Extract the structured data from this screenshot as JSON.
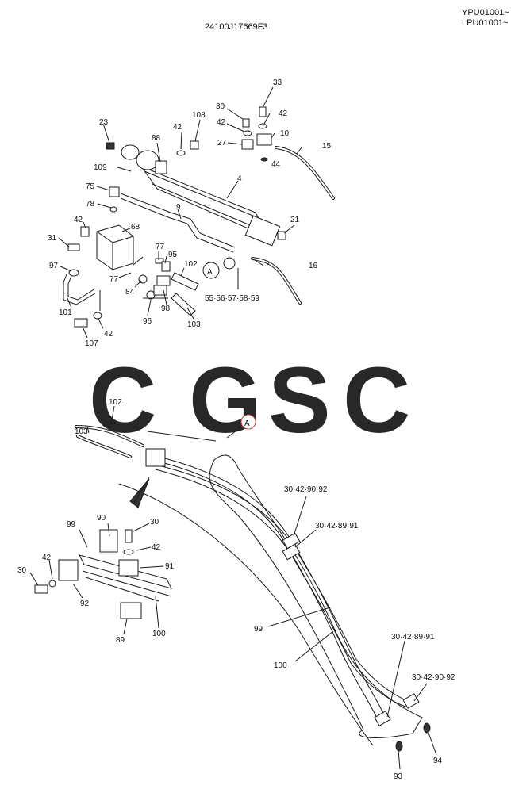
{
  "header": {
    "drawing_number": "24100J17669F3",
    "serial_range_1": "YPU01001~",
    "serial_range_2": "LPU01001~"
  },
  "watermark": {
    "letters": [
      "C",
      "G",
      "S",
      "C"
    ],
    "colors": [
      "#7fb2f0",
      "#f08a80",
      "#f7d870",
      "#7fc8a0"
    ]
  },
  "callouts": {
    "ref_a_upper": "A",
    "ref_a_lower": "A",
    "multi_55_59": "55·56·57·58·59",
    "clamp_30_42_90_92_top": "30·42·90·92",
    "clamp_30_42_89_91_top": "30·42·89·91",
    "clamp_30_42_89_91_bottom": "30·42·89·91",
    "clamp_30_42_90_92_bottom": "30·42·90·92"
  },
  "labels": [
    {
      "id": "p33",
      "text": "33"
    },
    {
      "id": "p30a",
      "text": "30"
    },
    {
      "id": "p42a",
      "text": "42"
    },
    {
      "id": "p42b",
      "text": "42"
    },
    {
      "id": "p10",
      "text": "10"
    },
    {
      "id": "p27",
      "text": "27"
    },
    {
      "id": "p15",
      "text": "15"
    },
    {
      "id": "p44",
      "text": "44"
    },
    {
      "id": "p108",
      "text": "108"
    },
    {
      "id": "p42c",
      "text": "42"
    },
    {
      "id": "p88",
      "text": "88"
    },
    {
      "id": "p23",
      "text": "23"
    },
    {
      "id": "p109",
      "text": "109"
    },
    {
      "id": "p4",
      "text": "4"
    },
    {
      "id": "p75",
      "text": "75"
    },
    {
      "id": "p78",
      "text": "78"
    },
    {
      "id": "p9",
      "text": "9"
    },
    {
      "id": "p42d",
      "text": "42"
    },
    {
      "id": "p68",
      "text": "68"
    },
    {
      "id": "p21",
      "text": "21"
    },
    {
      "id": "p31",
      "text": "31"
    },
    {
      "id": "p77a",
      "text": "77"
    },
    {
      "id": "p95",
      "text": "95"
    },
    {
      "id": "p102a",
      "text": "102"
    },
    {
      "id": "p16",
      "text": "16"
    },
    {
      "id": "p97",
      "text": "97"
    },
    {
      "id": "p77b",
      "text": "77"
    },
    {
      "id": "p84",
      "text": "84"
    },
    {
      "id": "p98",
      "text": "98"
    },
    {
      "id": "p101",
      "text": "101"
    },
    {
      "id": "p96",
      "text": "96"
    },
    {
      "id": "p103a",
      "text": "103"
    },
    {
      "id": "p107",
      "text": "107"
    },
    {
      "id": "p42e",
      "text": "42"
    },
    {
      "id": "p102b",
      "text": "102"
    },
    {
      "id": "p103b",
      "text": "103"
    },
    {
      "id": "p99a",
      "text": "99"
    },
    {
      "id": "p90",
      "text": "90"
    },
    {
      "id": "p30b",
      "text": "30"
    },
    {
      "id": "p42f",
      "text": "42"
    },
    {
      "id": "p91",
      "text": "91"
    },
    {
      "id": "p42g",
      "text": "42"
    },
    {
      "id": "p30c",
      "text": "30"
    },
    {
      "id": "p92",
      "text": "92"
    },
    {
      "id": "p89",
      "text": "89"
    },
    {
      "id": "p100a",
      "text": "100"
    },
    {
      "id": "p99b",
      "text": "99"
    },
    {
      "id": "p100b",
      "text": "100"
    },
    {
      "id": "p94",
      "text": "94"
    },
    {
      "id": "p93",
      "text": "93"
    }
  ]
}
